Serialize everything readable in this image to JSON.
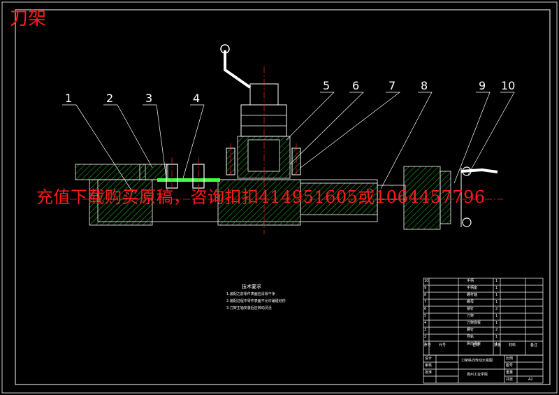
{
  "header": {
    "title": "刀架"
  },
  "watermark": {
    "text": "充值下载购买原稿，咨询扣扣414951605或1064457796"
  },
  "callouts": [
    "1",
    "2",
    "3",
    "4",
    "5",
    "6",
    "7",
    "8",
    "9",
    "10"
  ],
  "tech_requirements": {
    "title": "技术要求",
    "lines": [
      "1.装配之前零件表面应清除干净",
      "2.装配过程中零件表面不允许磕碰划伤",
      "3.刀架主轴安装后应转动灵活"
    ]
  },
  "parts_list": {
    "rows": [
      {
        "no": "10",
        "name": "手柄",
        "qty": "1"
      },
      {
        "no": "9",
        "name": "手柄座",
        "qty": "1"
      },
      {
        "no": "8",
        "name": "螺杆轴",
        "qty": "1"
      },
      {
        "no": "7",
        "name": "螺母",
        "qty": "1"
      },
      {
        "no": "6",
        "name": "销钉",
        "qty": "2"
      },
      {
        "no": "5",
        "name": "刀架",
        "qty": "1"
      },
      {
        "no": "4",
        "name": "刀架底板",
        "qty": "1"
      },
      {
        "no": "3",
        "name": "螺钉",
        "qty": "2"
      },
      {
        "no": "2",
        "name": "导轨",
        "qty": "1"
      },
      {
        "no": "1",
        "name": "纵向滑板",
        "qty": "1"
      }
    ],
    "header": {
      "no": "序号",
      "code": "代号",
      "name": "名称",
      "qty": "数量",
      "material": "材料",
      "remark": "备注"
    }
  },
  "title_block": {
    "drawing_name": "刀架纵向传动示意图",
    "school": "扬州工业学院",
    "row_labels": [
      "设计",
      "审核",
      "批准"
    ],
    "right_labels": [
      "比例",
      "图号",
      "重量",
      "共张"
    ],
    "scale": "A2"
  },
  "colors": {
    "background": "#000000",
    "line": "#ffffff",
    "hatch": "#22aa22",
    "highlight": "#44ff44",
    "centerline": "#ff2222",
    "watermark": "#ff1a1a"
  }
}
